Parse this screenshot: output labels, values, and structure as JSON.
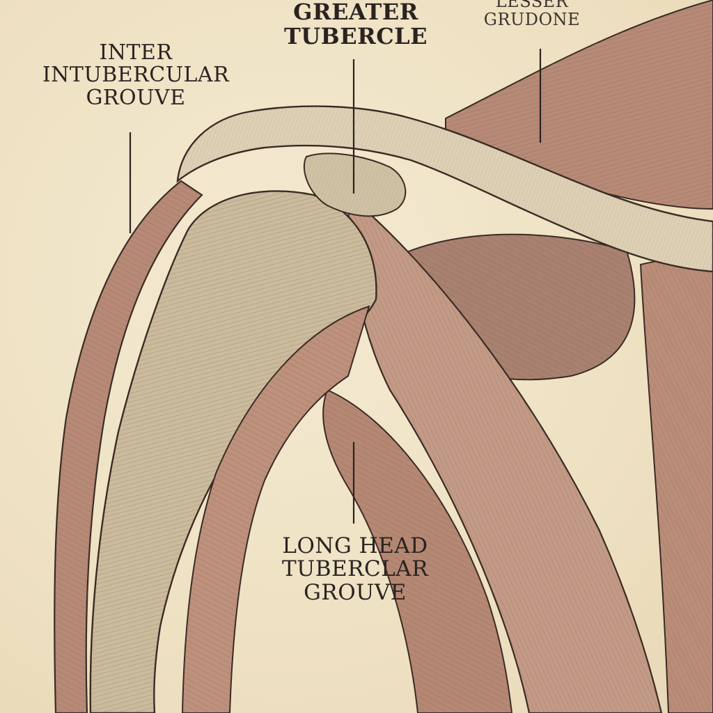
{
  "labels": {
    "inter": [
      "INTER",
      "INTUBERCULAR",
      "GROUVE"
    ],
    "greater": [
      "GREATER",
      "TUBERCLE"
    ],
    "lesser": [
      "LESSER",
      "GRUDONE"
    ],
    "long": [
      "LONG HEAD",
      "TUBERCLAR",
      "GROUVE"
    ]
  },
  "colors": {
    "paper": "#efe3c6",
    "muscle": "#b98d78",
    "muscle_dark": "#8c6656",
    "bone": "#d9ccb1",
    "ink": "#2a2320"
  }
}
